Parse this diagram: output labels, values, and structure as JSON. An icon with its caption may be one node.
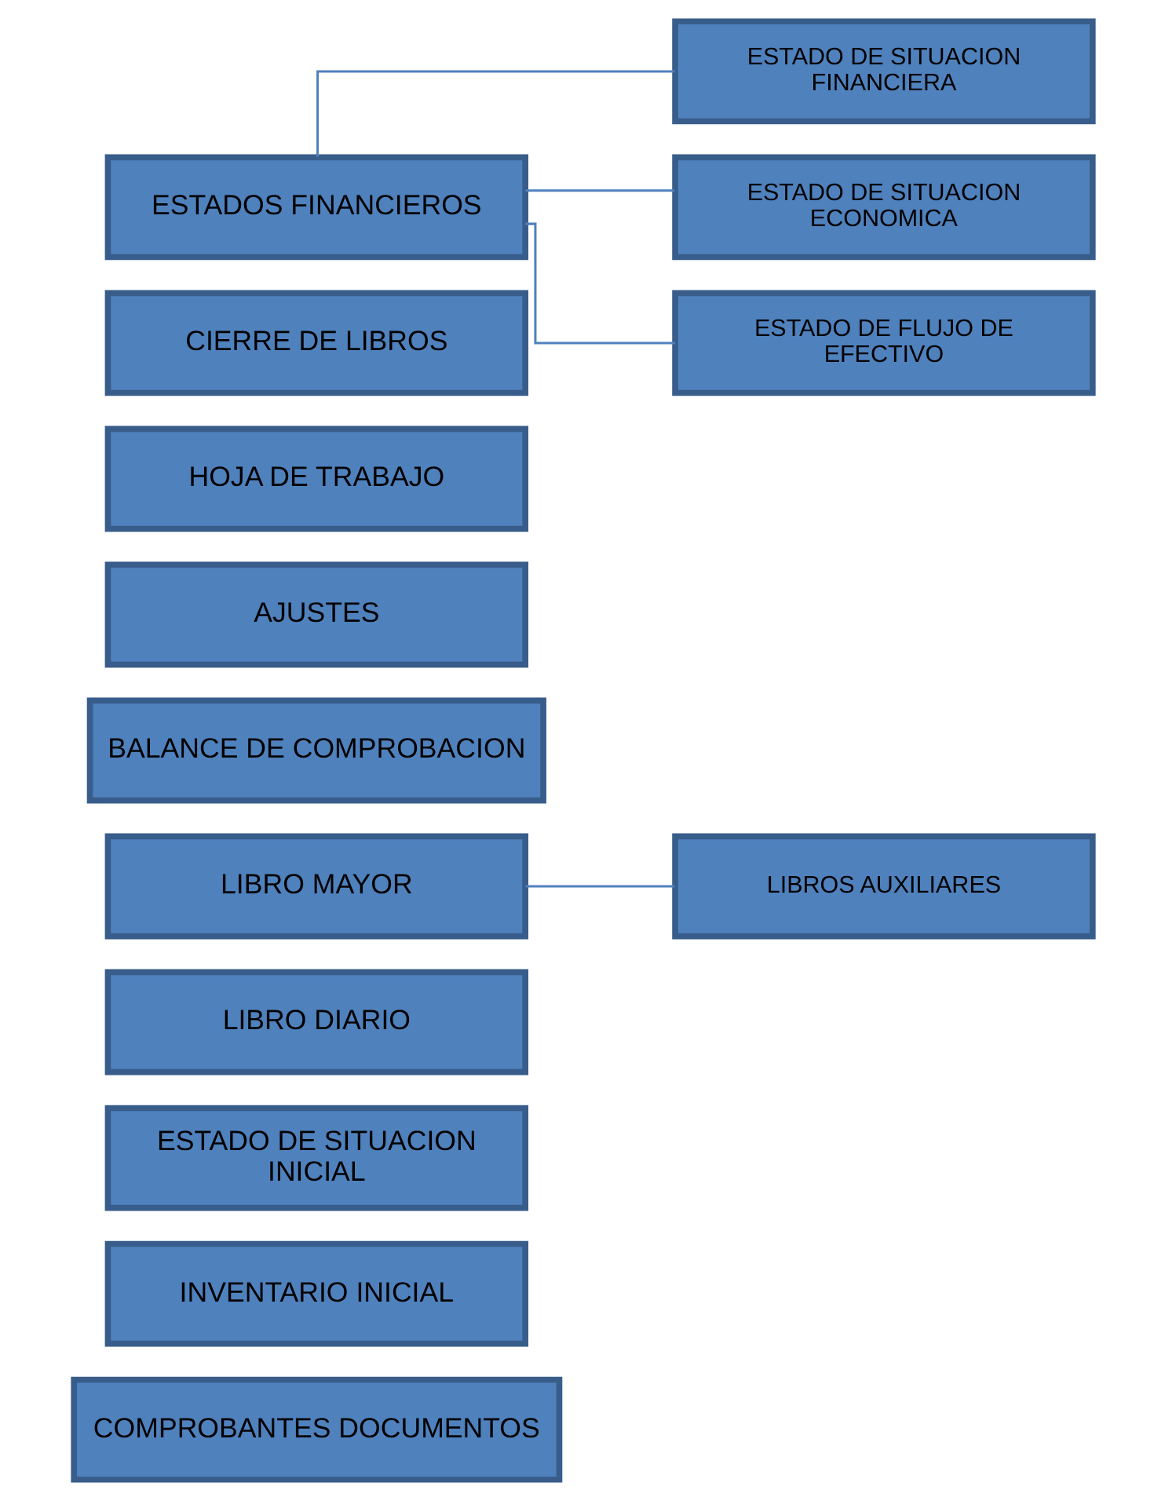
{
  "diagram": {
    "nodes": [
      {
        "text": [
          "COMPROBANTES DOCUMENTOS"
        ]
      },
      {
        "text": [
          "INVENTARIO INICIAL"
        ]
      },
      {
        "text": [
          "ESTADO DE SITUACION INICIAL"
        ]
      },
      {
        "text": [
          "LIBRO DIARIO"
        ]
      },
      {
        "text": [
          "LIBRO MAYOR"
        ]
      },
      {
        "text": [
          "LIBROS AUXILIARES"
        ]
      },
      {
        "text": [
          "BALANCE DE COMPROBACION"
        ]
      },
      {
        "text": [
          "AJUSTES"
        ]
      },
      {
        "text": [
          "ESTADO DE SITUACION FINANCIERA"
        ]
      },
      {
        "text": [
          "HOJA DE TRABAJO"
        ]
      },
      {
        "text": [
          "ESTADO DE SITUACION ECONOMICA"
        ]
      },
      {
        "text": [
          "CIERRE DE LIBROS"
        ]
      },
      {
        "text": [
          "ESTADOS FINANCIEROS"
        ]
      },
      {
        "text": [
          "ESTADO DE FLUJO DE EFECTIVO"
        ]
      }
    ],
    "edges": [
      {
        "from": 4,
        "to": 5,
        "arrow": "none"
      },
      {
        "from": 12,
        "to": 8,
        "arrow": "none"
      },
      {
        "from": 12,
        "to": 10,
        "arrow": "none"
      },
      {
        "from": 12,
        "to": 13,
        "arrow": "none"
      }
    ]
  }
}
